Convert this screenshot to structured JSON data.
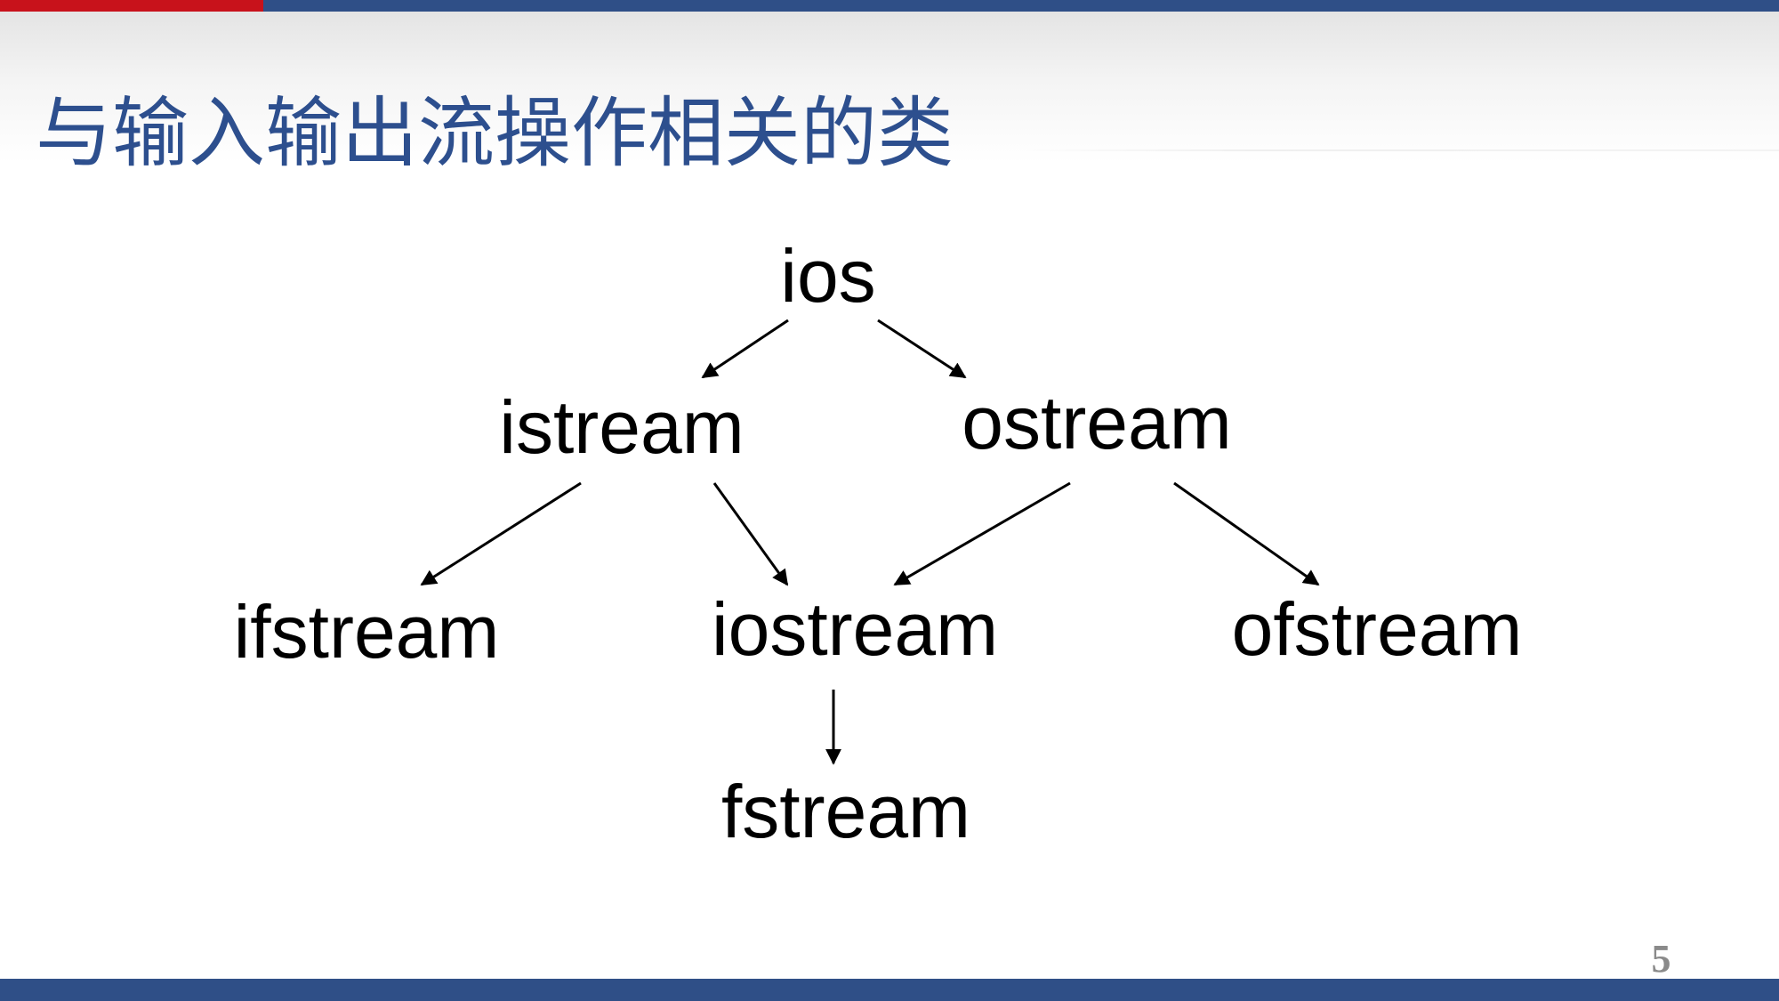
{
  "slide": {
    "title": "与输入输出流操作相关的类",
    "page_number": "5"
  },
  "colors": {
    "title": "#2d4f8e",
    "accent_red": "#c8121b",
    "accent_blue": "#2f4f87",
    "page_number": "#8a8a8a"
  },
  "diagram": {
    "nodes": {
      "ios": "ios",
      "istream": "istream",
      "ostream": "ostream",
      "ifstream": "ifstream",
      "iostream": "iostream",
      "ofstream": "ofstream",
      "fstream": "fstream"
    },
    "edges": [
      {
        "from": "ios",
        "to": "istream"
      },
      {
        "from": "ios",
        "to": "ostream"
      },
      {
        "from": "istream",
        "to": "ifstream"
      },
      {
        "from": "istream",
        "to": "iostream"
      },
      {
        "from": "ostream",
        "to": "iostream"
      },
      {
        "from": "ostream",
        "to": "ofstream"
      },
      {
        "from": "iostream",
        "to": "fstream"
      }
    ]
  }
}
